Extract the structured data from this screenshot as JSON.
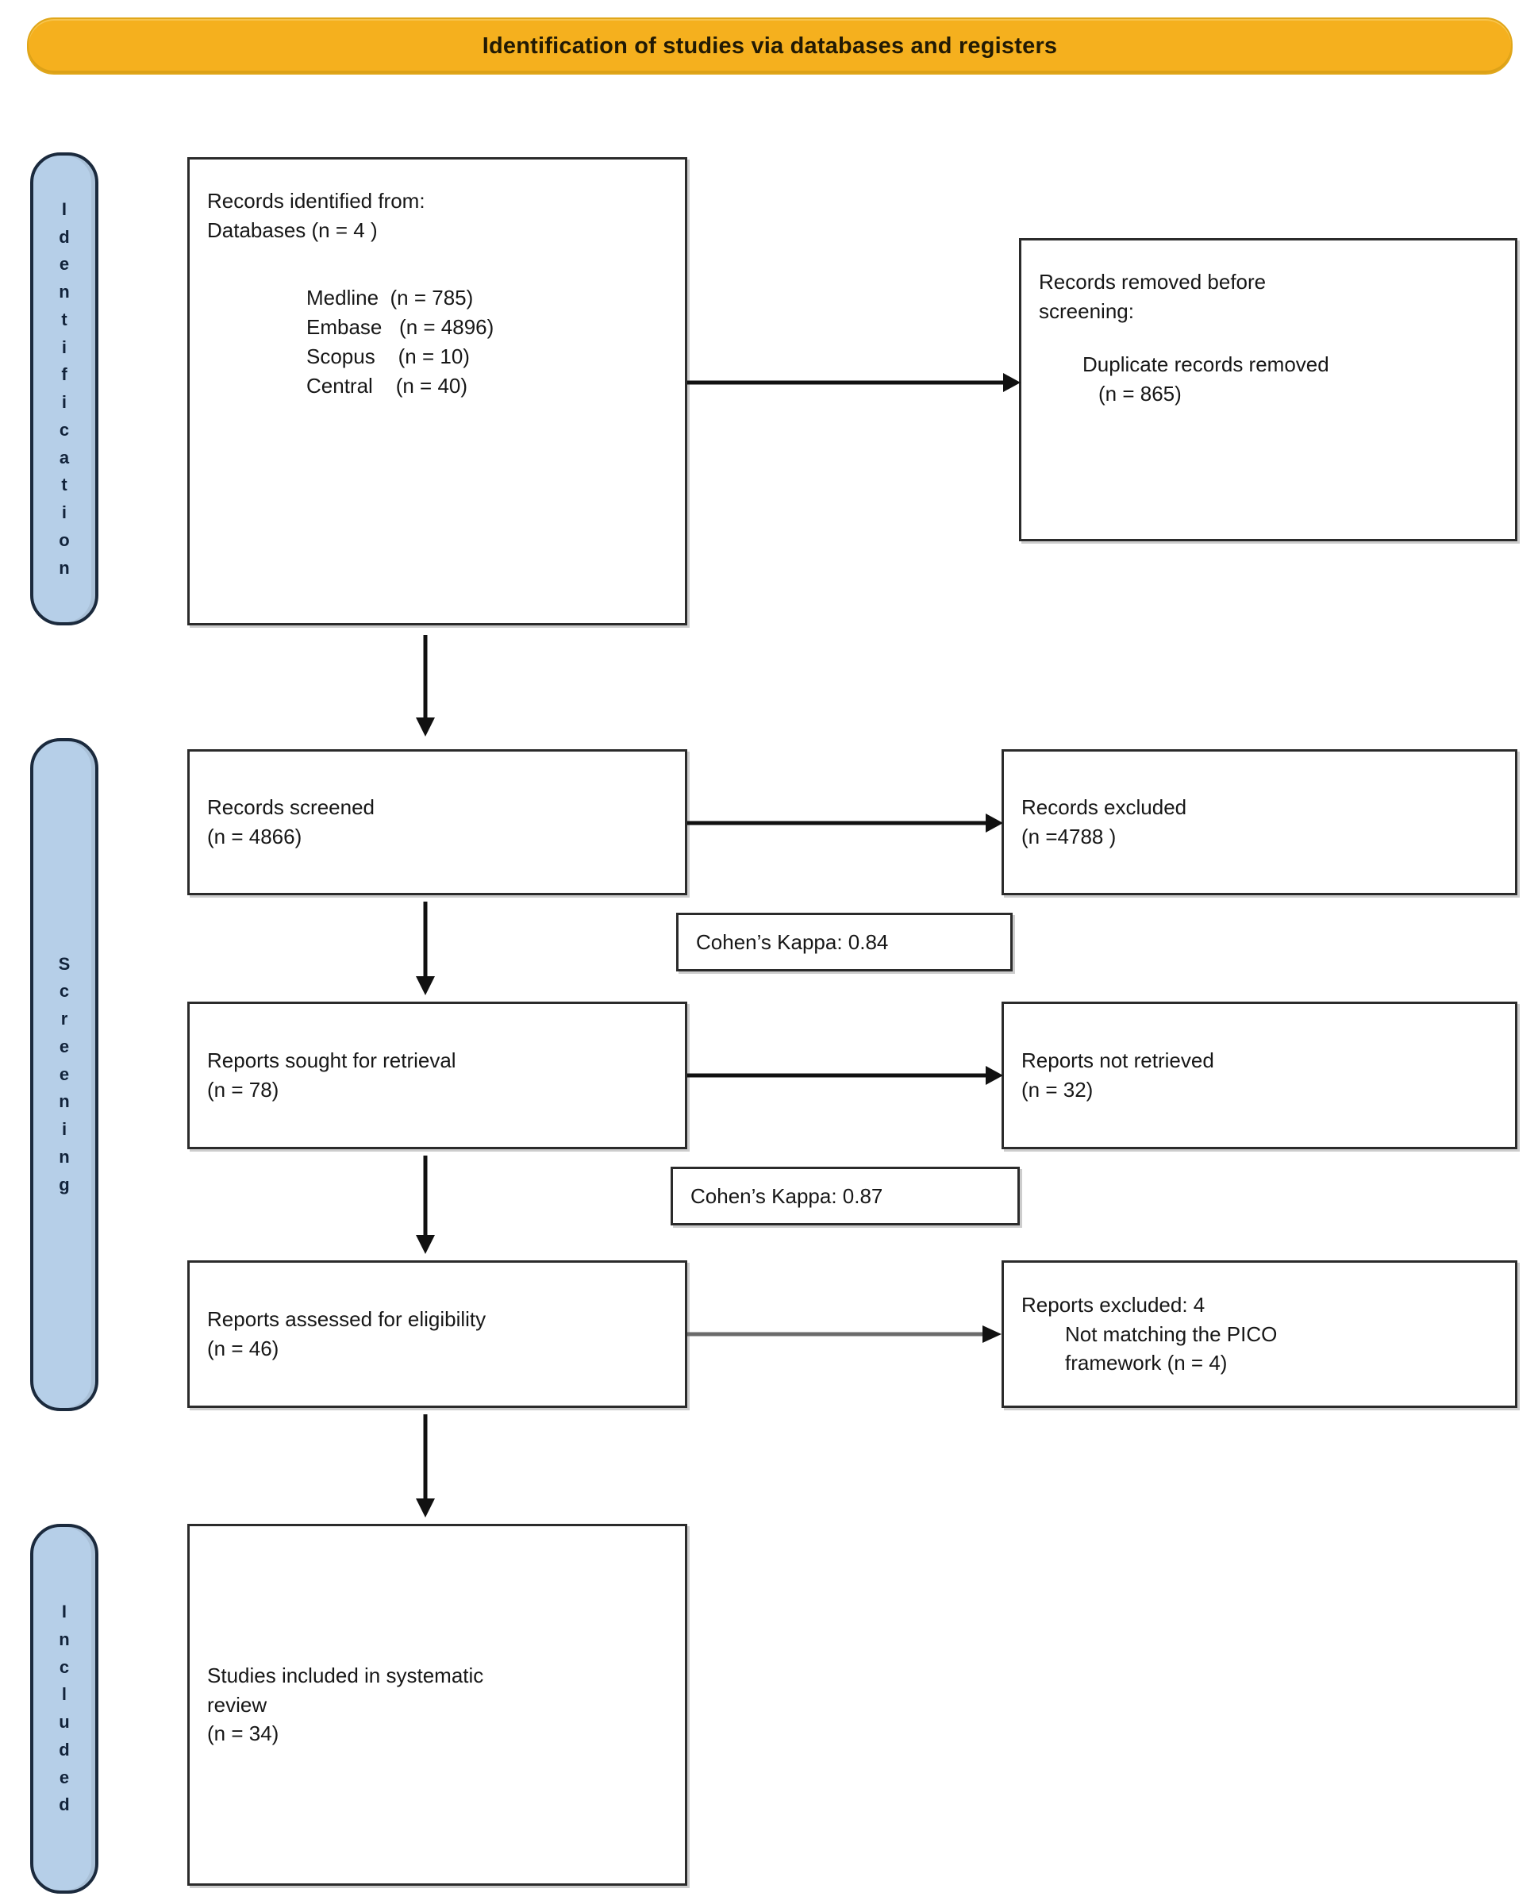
{
  "banner": {
    "title": "Identification of studies via databases and registers",
    "color": "#F5B01E"
  },
  "stages": [
    {
      "name": "identification",
      "label": "Identification",
      "letters": "I\nd\ne\nn\nt\ni\nf\ni\nc\na\nt\ni\no\nn",
      "color": "#B6CFE8"
    },
    {
      "name": "screening",
      "label": "Screening",
      "letters": "S\nc\nr\ne\ne\nn\ni\nn\ng",
      "color": "#B6CFE8"
    },
    {
      "name": "included",
      "label": "Included",
      "letters": "I\nn\nc\nl\nu\nd\ne\nd",
      "color": "#B6CFE8"
    }
  ],
  "boxes": {
    "records_identified": {
      "line1": "Records identified from:",
      "line2": "Databases (n = 4 )",
      "sources": [
        "Medline  (n = 785)",
        "Embase   (n = 4896)",
        "Scopus    (n = 10)",
        "Central    (n = 40)"
      ]
    },
    "records_removed": {
      "line1": "Records removed before",
      "line2": "screening:",
      "detail1": "Duplicate records removed",
      "detail2": "(n = 865)"
    },
    "records_screened": {
      "line1": "Records screened",
      "line2": "(n = 4866)"
    },
    "records_excluded": {
      "line1": "Records excluded",
      "line2": "(n =4788 )"
    },
    "reports_sought": {
      "line1": "Reports sought for retrieval",
      "line2": "(n = 78)"
    },
    "reports_not_retrieved": {
      "line1": "Reports not retrieved",
      "line2": "(n = 32)"
    },
    "reports_assessed": {
      "line1": "Reports assessed for eligibility",
      "line2": "(n = 46)"
    },
    "reports_excluded": {
      "line1": "Reports excluded: 4",
      "detail1": "Not matching the PICO",
      "detail2": "framework (n = 4)"
    },
    "studies_included": {
      "line1": "Studies included in systematic",
      "line2": "review",
      "line3": "(n = 34)"
    }
  },
  "notes": {
    "kappa_1": "Cohen’s Kappa: 0.84",
    "kappa_2": "Cohen’s Kappa: 0.87"
  }
}
